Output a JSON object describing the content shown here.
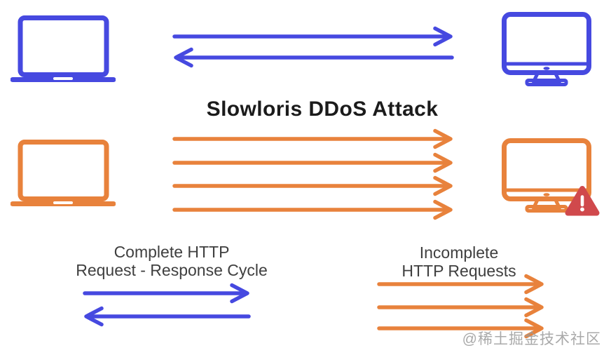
{
  "title": "Slowloris DDoS Attack",
  "watermark": "@稀土掘金技术社区",
  "colors": {
    "blue": "#4649e0",
    "orange": "#e8823c",
    "red": "#d0494c",
    "title_text": "#1b1b1b",
    "label_text": "#3f3f3f",
    "watermark_text": "#9b9b9b",
    "background": "#ffffff"
  },
  "top_flow": {
    "client_icon": "laptop-icon",
    "server_icon": "monitor-icon",
    "description": "Normal client-server exchange",
    "arrows": [
      {
        "direction": "right",
        "color": "blue"
      },
      {
        "direction": "left",
        "color": "blue"
      }
    ]
  },
  "attack_flow": {
    "client_icon": "laptop-icon",
    "server_icon": "monitor-icon-with-warning",
    "warning_icon": "warning-triangle-icon",
    "description": "Attacker flooding server with incomplete requests",
    "arrow_count": 4,
    "arrow_direction": "right",
    "arrow_color": "orange"
  },
  "legend": {
    "complete": {
      "line1": "Complete HTTP",
      "line2": "Request - Response Cycle",
      "arrows": [
        {
          "direction": "right",
          "color": "blue"
        },
        {
          "direction": "left",
          "color": "blue"
        }
      ]
    },
    "incomplete": {
      "line1": "Incomplete",
      "line2": "HTTP Requests",
      "arrow_count": 3,
      "arrow_direction": "right",
      "arrow_color": "orange"
    }
  }
}
